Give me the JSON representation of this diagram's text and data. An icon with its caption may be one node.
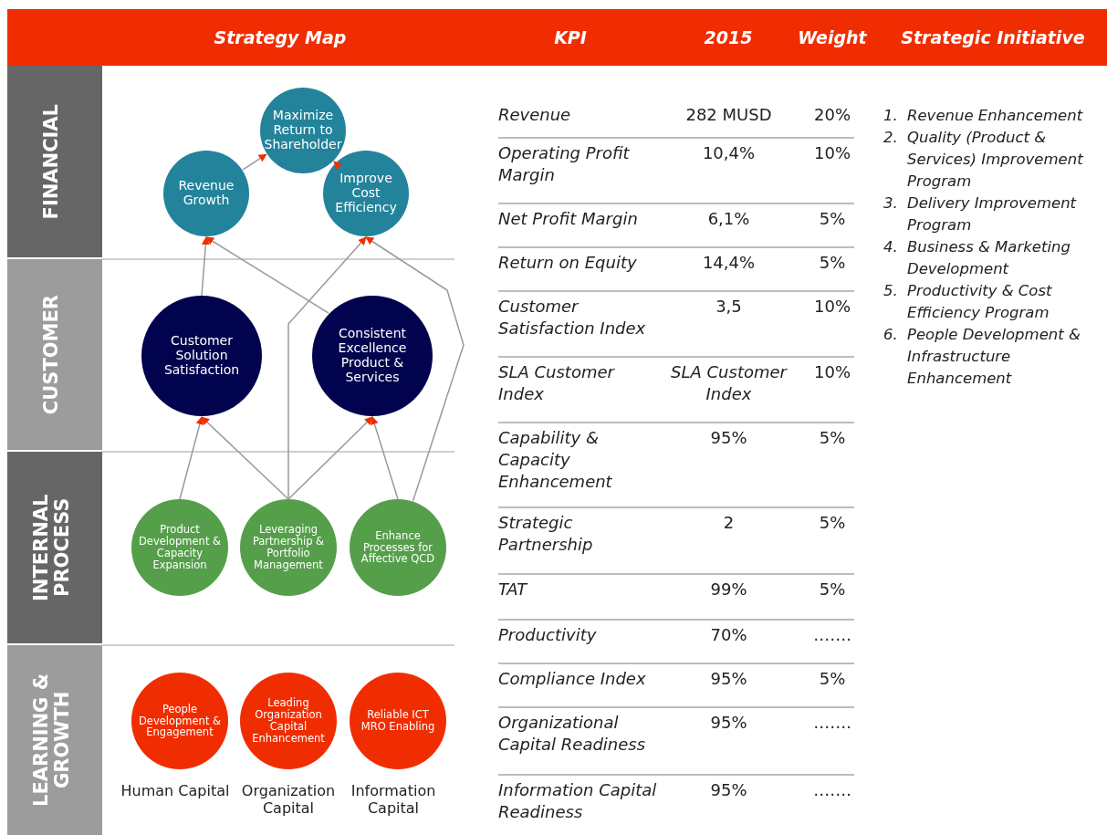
{
  "diagram": {
    "nodes": [
      {
        "text": [
          "FINANCIAL"
        ]
      },
      {
        "text": [
          "CUSTOMER"
        ]
      },
      {
        "text": [
          "INTERNAL PROCESS"
        ]
      },
      {
        "text": [
          "LEARNING & GROWTH"
        ]
      },
      {
        "text": [
          "Maximize Return to Shareholder"
        ]
      },
      {
        "text": [
          "Revenue Growth"
        ]
      },
      {
        "text": [
          "Improve Cost Efficiency"
        ]
      },
      {
        "text": [
          "Customer Solution Satisfaction"
        ]
      },
      {
        "text": [
          "Consistent Excellence Product & Services"
        ]
      },
      {
        "text": [
          "Product Development & Capacity Expansion"
        ]
      },
      {
        "text": [
          "Leveraging Partnership & Portfolio Management"
        ]
      },
      {
        "text": [
          "Enhance Processes for Affective QCD"
        ]
      },
      {
        "text": [
          "People Development & Engagement"
        ]
      },
      {
        "text": [
          "Leading Organization Capital Enhancement"
        ]
      },
      {
        "text": [
          "Reliable ICT MRO Enabling"
        ]
      }
    ],
    "edges": [
      {
        "from": 5,
        "to": 4,
        "arrow": "to"
      },
      {
        "from": 6,
        "to": 4,
        "arrow": "to"
      },
      {
        "from": 7,
        "to": 5,
        "arrow": "to"
      },
      {
        "from": 8,
        "to": 5,
        "arrow": "to"
      },
      {
        "from": 10,
        "to": 6,
        "arrow": "to"
      },
      {
        "from": 11,
        "to": 6,
        "arrow": "to"
      },
      {
        "from": 9,
        "to": 7,
        "arrow": "to"
      },
      {
        "from": 10,
        "to": 7,
        "arrow": "to"
      },
      {
        "from": 10,
        "to": 8,
        "arrow": "to"
      },
      {
        "from": 11,
        "to": 8,
        "arrow": "to"
      }
    ],
    "labels": [
      "Strategy Map",
      "KPI",
      "2015",
      "Weight",
      "Strategic Initiative",
      "Revenue",
      "282 MUSD",
      "20%",
      "Operating Profit Margin",
      "10,4%",
      "10%",
      "Net Profit Margin",
      "6,1%",
      "5%",
      "Return on Equity",
      "14,4%",
      "5%",
      "Customer Satisfaction Index",
      "3,5",
      "10%",
      "SLA Customer Index",
      "SLA Customer Index",
      "10%",
      "Capability & Capacity Enhancement",
      "95%",
      "5%",
      "Strategic Partnership",
      "2",
      "5%",
      "TAT",
      "99%",
      "5%",
      "Productivity",
      "70%",
      "…….",
      "Compliance Index",
      "95%",
      "5%",
      "Organizational Capital Readiness",
      "95%",
      "…….",
      "Information Capital Readiness",
      "95%",
      "…….",
      "1.",
      "Revenue Enhancement",
      "2.",
      "Quality (Product & Services) Improvement Program",
      "3.",
      "Delivery Improvement Program",
      "4.",
      "Business & Marketing Development",
      "5.",
      "Productivity & Cost Efficiency Program",
      "6.",
      "People Development & Infrastructure Enhancement",
      "Human Capital",
      "Organization Capital",
      "Information Capital"
    ]
  }
}
